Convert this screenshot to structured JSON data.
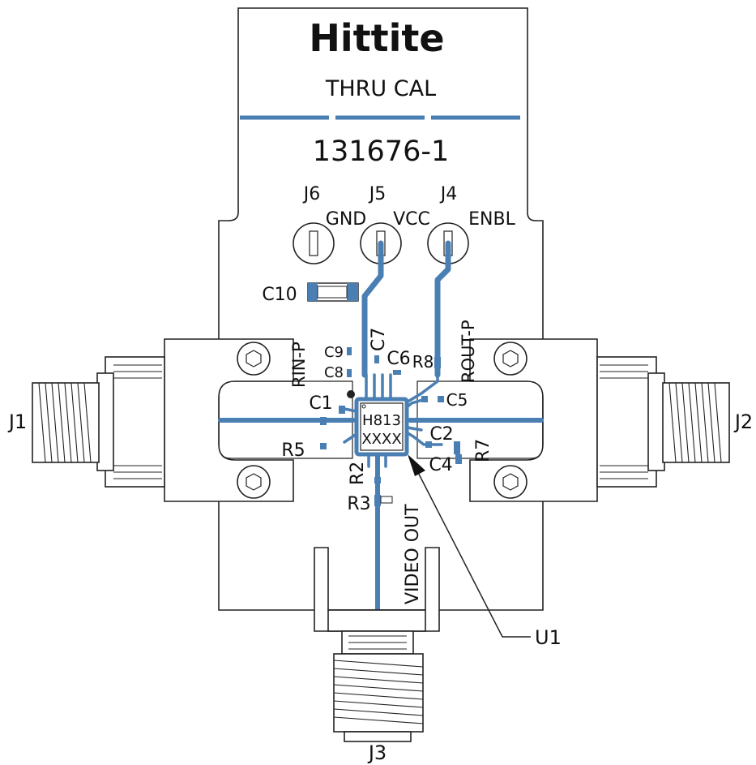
{
  "board": {
    "brand": "Hittite",
    "title": "THRU CAL",
    "part_number": "131676-1",
    "colors": {
      "trace": "#4a7fb3",
      "outline": "#222222",
      "background": "#ffffff"
    }
  },
  "connectors": {
    "J1": "J1",
    "J2": "J2",
    "J3": "J3",
    "J4": "J4",
    "J5": "J5",
    "J6": "J6"
  },
  "pins": {
    "gnd": "GND",
    "vcc": "VCC",
    "enbl": "ENBL"
  },
  "components": {
    "C1": "C1",
    "C2": "C2",
    "C4": "C4",
    "C5": "C5",
    "C6": "C6",
    "C7": "C7",
    "C8": "C8",
    "C9": "C9",
    "C10": "C10",
    "R2": "R2",
    "R3": "R3",
    "R5": "R5",
    "R7": "R7",
    "R8": "R8",
    "U1": "U1"
  },
  "chip": {
    "line1": "H813",
    "line2": "XXXX"
  },
  "nets": {
    "rin_p": "RIN-P",
    "rout_p": "ROUT-P",
    "video_out": "VIDEO OUT"
  }
}
